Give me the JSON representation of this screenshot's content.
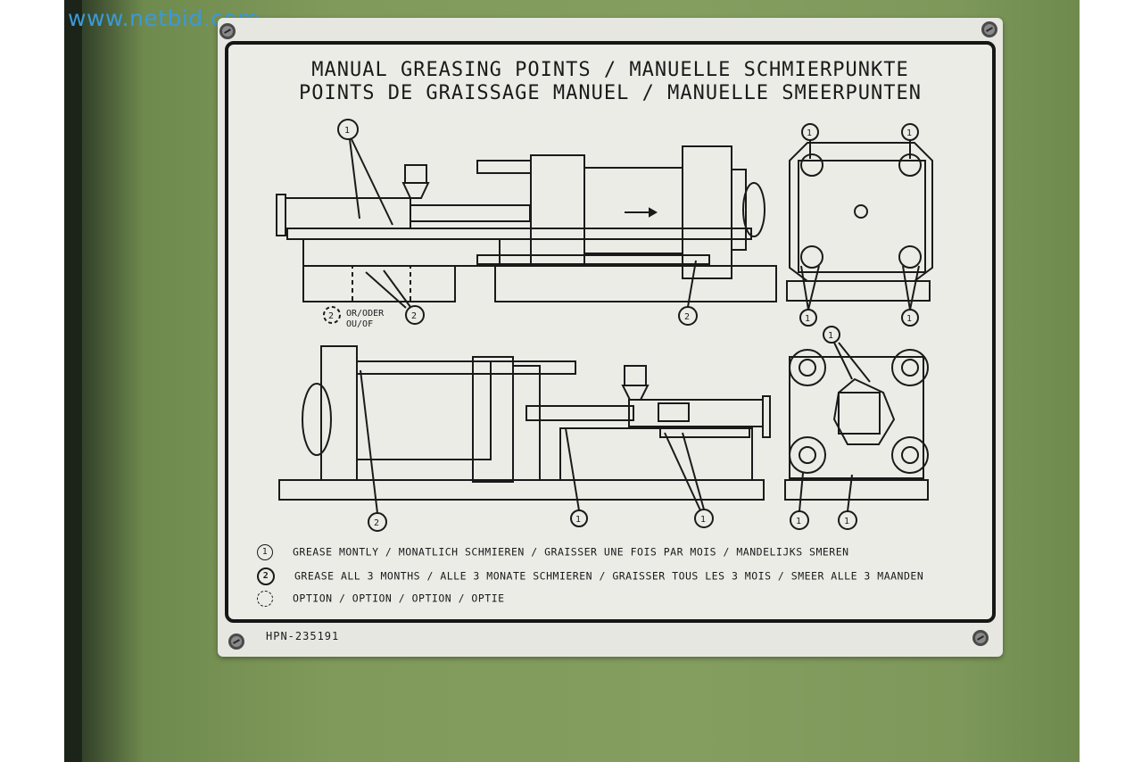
{
  "watermark": "www.netbid.com",
  "plate": {
    "title_line1": "MANUAL GREASING POINTS / MANUELLE SCHMIERPUNKTE",
    "title_line2": "POINTS DE GRAISSAGE MANUEL / MANUELLE SMEERPUNTEN",
    "diagram_labels": {
      "or_oder": "OR/ODER",
      "ou_of": "OU/OF",
      "one": "1",
      "two": "2"
    },
    "legend": [
      {
        "mark": "1",
        "text": "GREASE MONTLY / MONATLICH SCHMIEREN / GRAISSER UNE FOIS PAR MOIS / MANDELIJKS SMEREN"
      },
      {
        "mark": "2",
        "text": "GREASE ALL 3 MONTHS / ALLE 3 MONATE SCHMIEREN / GRAISSER TOUS LES 3 MOIS / SMEER ALLE 3 MAANDEN"
      },
      {
        "mark": "",
        "text": "OPTION / OPTION / OPTION / OPTIE"
      }
    ],
    "part_number": "HPN-235191"
  },
  "colors": {
    "wall": "#7f9a5a",
    "plate": "#e7e7e2",
    "ink": "#1a1a1a",
    "watermark": "#3a9ad6"
  }
}
